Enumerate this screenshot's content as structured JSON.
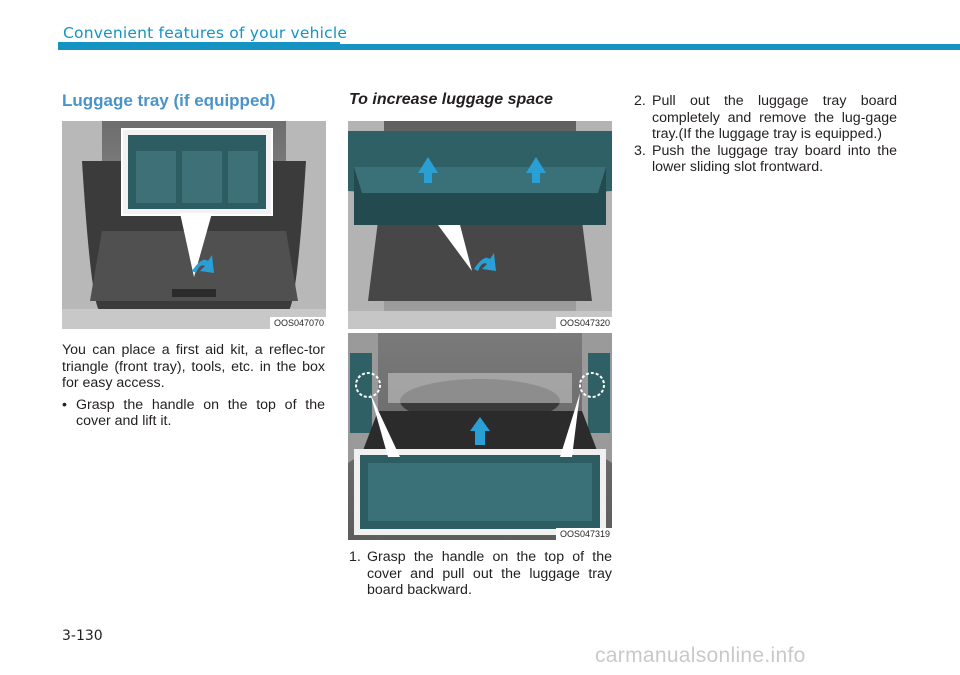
{
  "header": {
    "title": "Convenient features of your vehicle"
  },
  "section": {
    "title": "Luggage tray (if equipped)"
  },
  "left_column": {
    "photo_code": "OOS047070",
    "paragraph": "You can place a first aid kit, a reflec-tor triangle (front tray), tools, etc. in the box for easy access.",
    "bullet_symbol": "•",
    "bullet": "Grasp the handle on the top of the cover and lift it."
  },
  "middle_column": {
    "title": "To increase luggage space",
    "photo_top_code": "OOS047320",
    "photo_bottom_code": "OOS047319",
    "steps": [
      {
        "number": "1.",
        "text": "Grasp the handle on the top of the cover and pull out the luggage tray board backward."
      }
    ]
  },
  "right_column": {
    "steps": [
      {
        "number": "2.",
        "text": "Pull out the luggage tray board completely and remove the lug-gage tray.(If the luggage tray is equipped.)"
      },
      {
        "number": "3.",
        "text": "Push the luggage tray board into the lower sliding slot frontward."
      }
    ]
  },
  "footer": {
    "page_number": "3-130",
    "watermark": "carmanualsonline.info"
  },
  "colors": {
    "accent": "#1594c4",
    "section_title": "#4a93c8",
    "tray_highlight": "#2d5d63",
    "arrow": "#2a9fd6"
  }
}
